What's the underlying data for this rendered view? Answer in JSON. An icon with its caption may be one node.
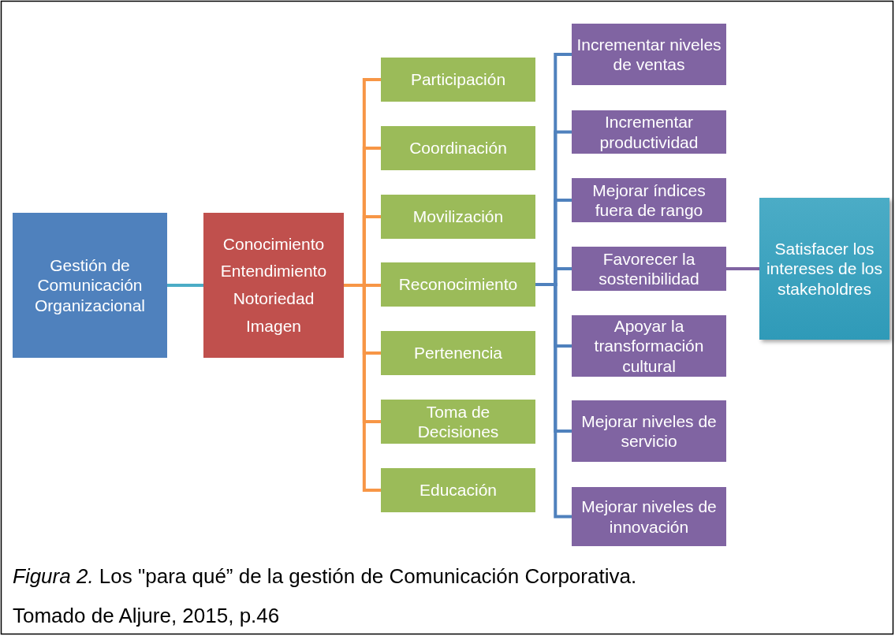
{
  "diagram": {
    "caption": "*Figura 2.* Los \"para qué” de la gestión de Comunicación Corporativa.",
    "nodes": [
      {
        "text": [
          "Gestión de Comunicación Organizacional"
        ]
      },
      {
        "text": [
          "Conocimiento",
          "Entendimiento",
          "Notoriedad",
          "Imagen"
        ]
      },
      {
        "text": [
          "Participación"
        ]
      },
      {
        "text": [
          "Coordinación"
        ]
      },
      {
        "text": [
          "Movilización"
        ]
      },
      {
        "text": [
          "Reconocimiento"
        ]
      },
      {
        "text": [
          "Pertenencia"
        ]
      },
      {
        "text": [
          "Toma de Decisiones"
        ]
      },
      {
        "text": [
          "Educación"
        ]
      },
      {
        "text": [
          "Incrementar niveles de ventas"
        ]
      },
      {
        "text": [
          "Incrementar productividad"
        ]
      },
      {
        "text": [
          "Mejorar índices fuera de rango"
        ]
      },
      {
        "text": [
          "Favorecer la sostenibilidad"
        ]
      },
      {
        "text": [
          "Apoyar la transformación cultural"
        ]
      },
      {
        "text": [
          "Mejorar niveles de servicio"
        ]
      },
      {
        "text": [
          "Mejorar niveles de innovación"
        ]
      },
      {
        "text": [
          "Satisfacer los intereses de los stakeholdres"
        ]
      }
    ],
    "edges": [
      {
        "from": 0,
        "to": 1,
        "arrow": "none",
        "color": "#4bacc6"
      },
      {
        "from": 1,
        "to": 2,
        "arrow": "none",
        "color": "#f79646"
      },
      {
        "from": 1,
        "to": 3,
        "arrow": "none",
        "color": "#f79646"
      },
      {
        "from": 1,
        "to": 4,
        "arrow": "none",
        "color": "#f79646"
      },
      {
        "from": 1,
        "to": 5,
        "arrow": "none",
        "color": "#f79646"
      },
      {
        "from": 1,
        "to": 6,
        "arrow": "none",
        "color": "#f79646"
      },
      {
        "from": 1,
        "to": 7,
        "arrow": "none",
        "color": "#f79646"
      },
      {
        "from": 1,
        "to": 8,
        "arrow": "none",
        "color": "#f79646"
      },
      {
        "from": 5,
        "to": 9,
        "arrow": "none",
        "color": "#4f81bd"
      },
      {
        "from": 5,
        "to": 10,
        "arrow": "none",
        "color": "#4f81bd"
      },
      {
        "from": 5,
        "to": 11,
        "arrow": "none",
        "color": "#4f81bd"
      },
      {
        "from": 5,
        "to": 12,
        "arrow": "none",
        "color": "#4f81bd"
      },
      {
        "from": 5,
        "to": 13,
        "arrow": "none",
        "color": "#4f81bd"
      },
      {
        "from": 5,
        "to": 14,
        "arrow": "none",
        "color": "#4f81bd"
      },
      {
        "from": 5,
        "to": 15,
        "arrow": "none",
        "color": "#4f81bd"
      },
      {
        "from": 12,
        "to": 16,
        "arrow": "none",
        "color": "#8064a2"
      }
    ],
    "labels": [
      "Tomado de Aljure, 2015, p.46"
    ]
  }
}
